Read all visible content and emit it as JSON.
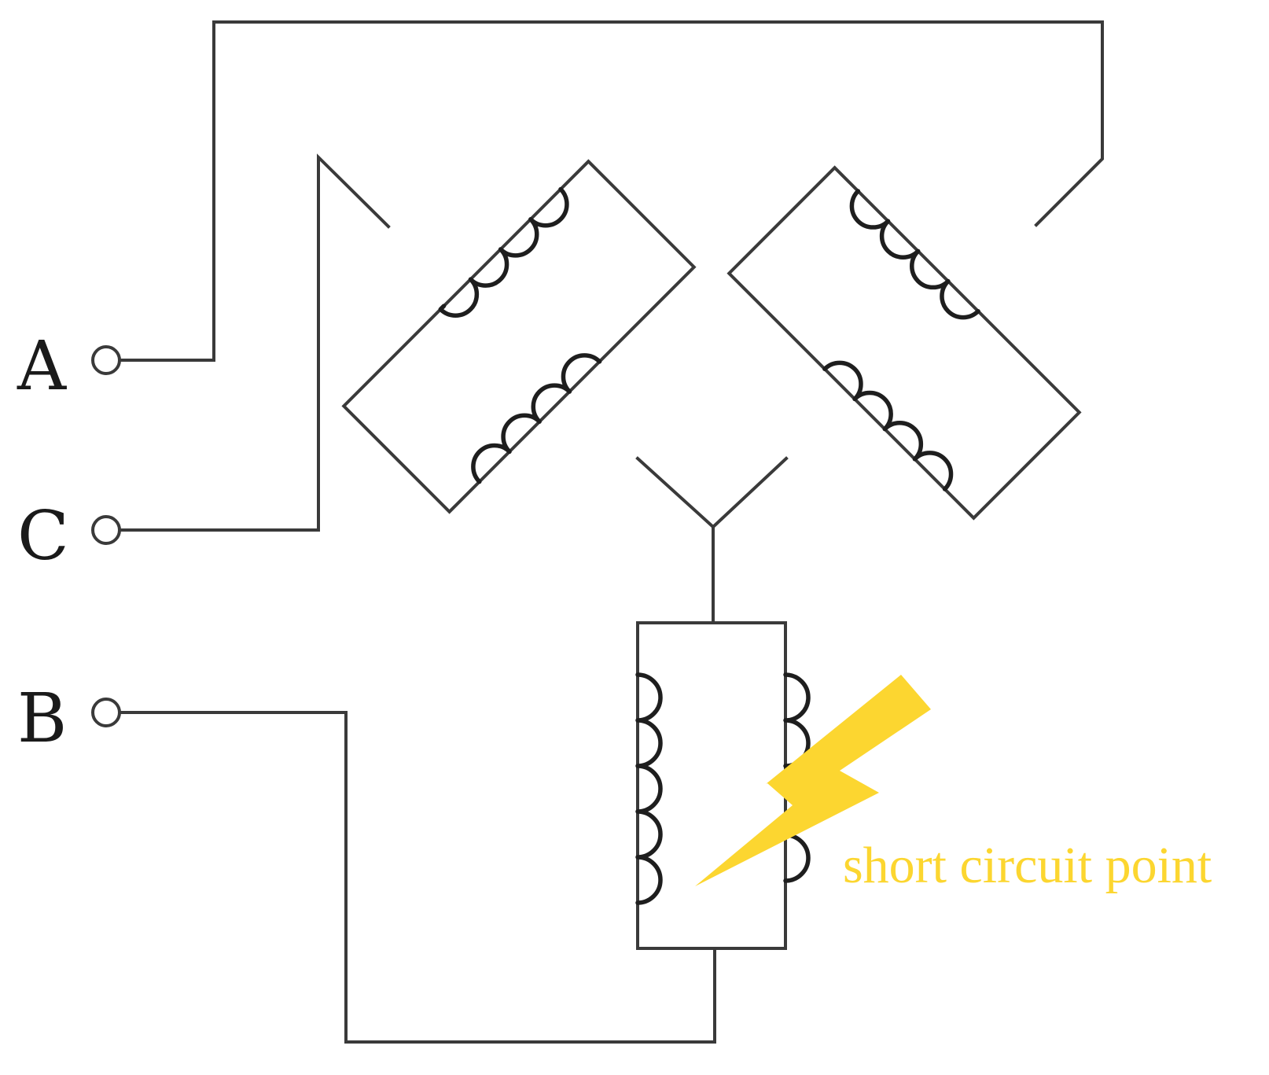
{
  "terminals": [
    {
      "id": "A",
      "label": "A"
    },
    {
      "id": "C",
      "label": "C"
    },
    {
      "id": "B",
      "label": "B"
    }
  ],
  "fault": {
    "label": "short circuit point",
    "color": "#fcd630"
  },
  "colors": {
    "wire": "#3a3a3a",
    "coil": "#1e1e1e"
  }
}
